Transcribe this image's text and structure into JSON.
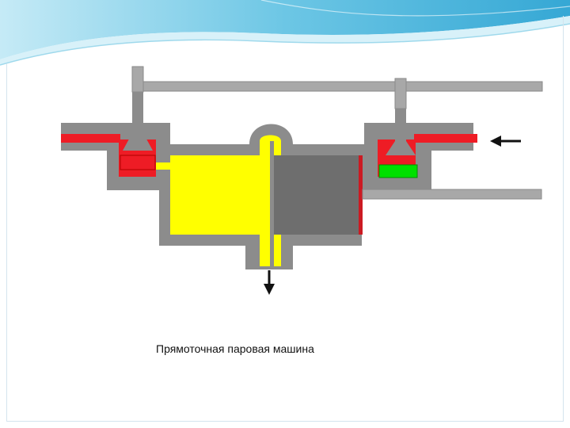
{
  "slide": {
    "caption": "Прямоточная паровая машина"
  },
  "diagram": {
    "subject": "uniflow steam engine",
    "colors": {
      "casing": "#8c8c8c",
      "piston": "#6e6e6e",
      "steam_live": "#ee1c25",
      "steam_expanding": "#ffff00",
      "valve_closed": "#ee1c25",
      "valve_open": "#00e000",
      "rod": "#a8a8a8",
      "arrows": "#111111"
    },
    "parts": [
      "casing",
      "cylinder",
      "piston",
      "piston-rod",
      "left-valve",
      "right-valve",
      "valve-rod",
      "exhaust-port",
      "inlet-arrow",
      "exhaust-arrow"
    ]
  },
  "theme": {
    "wave_colors": [
      "#2fa9d6",
      "#8fd3ea",
      "#cfeef8"
    ]
  }
}
